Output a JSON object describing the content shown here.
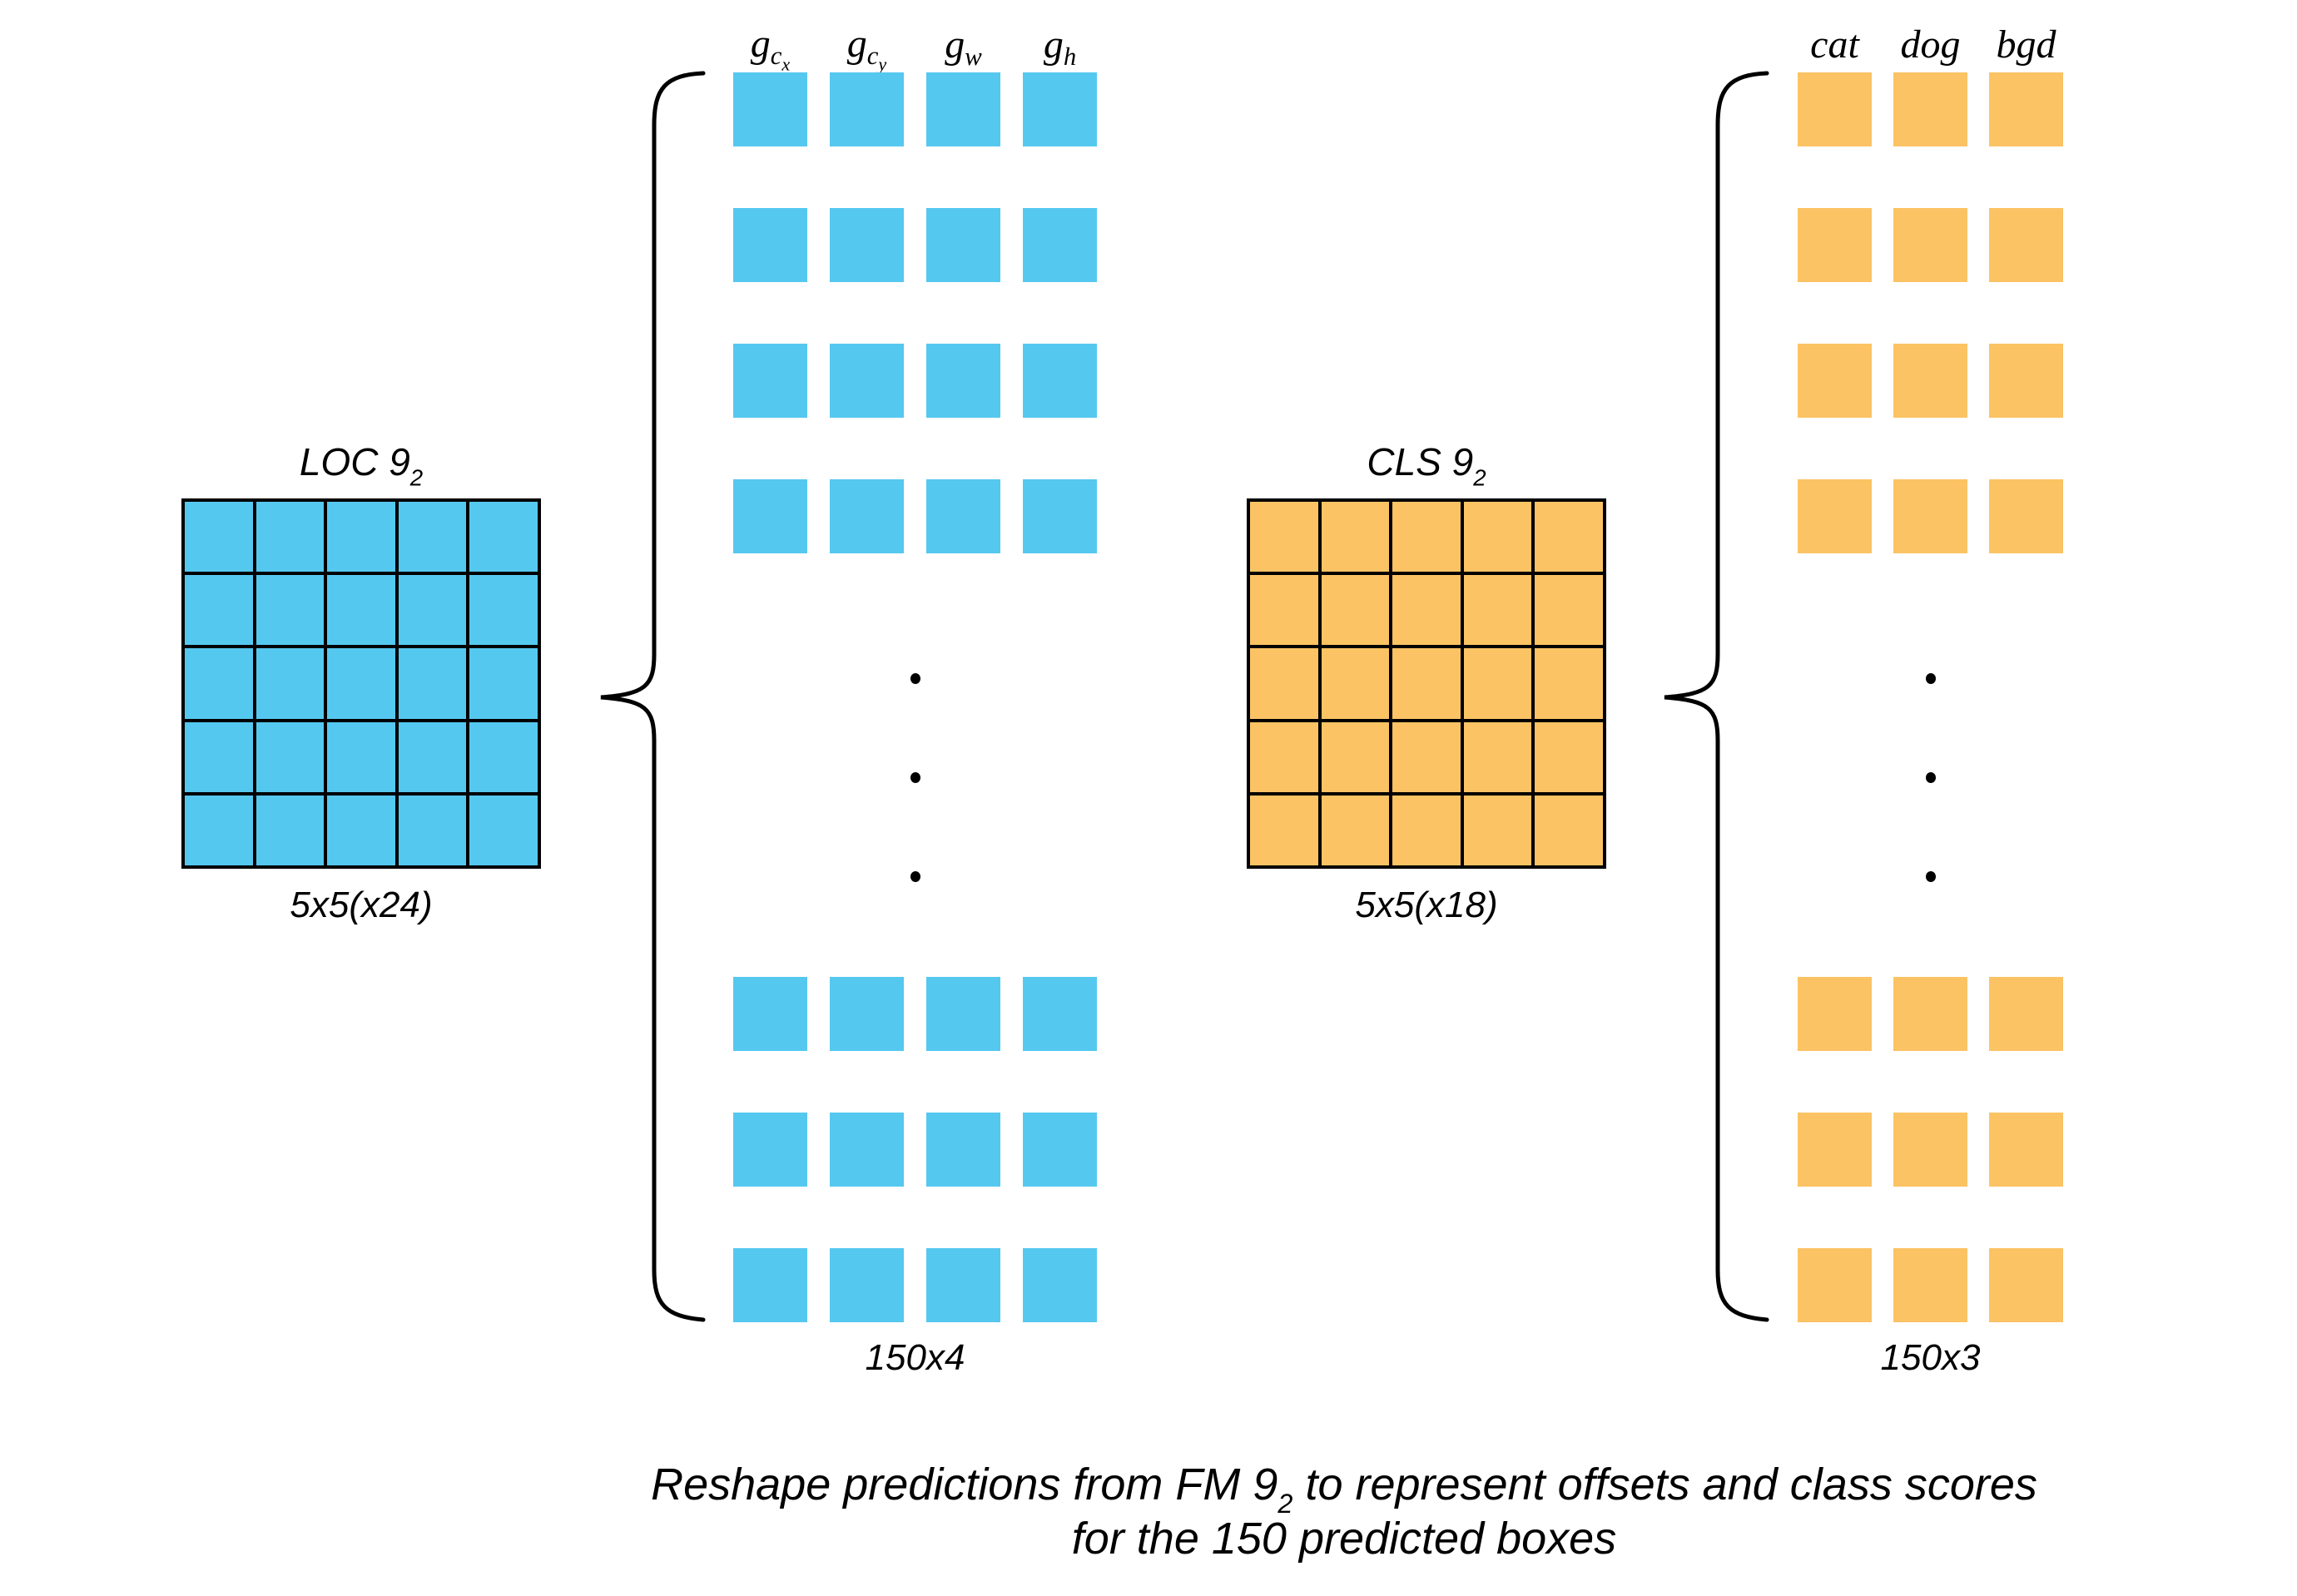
{
  "colors": {
    "blue": "#55C8F0",
    "orange": "#FBC364",
    "line": "#000000"
  },
  "loc": {
    "title_main": "LOC 9",
    "title_sub": "2",
    "size_label": "5x5(x24)",
    "grid": {
      "rows": 5,
      "cols": 5,
      "color_key": "blue"
    }
  },
  "cls": {
    "title_main": "CLS 9",
    "title_sub": "2",
    "size_label": "5x5(x18)",
    "grid": {
      "rows": 5,
      "cols": 5,
      "color_key": "orange"
    }
  },
  "left_matrix": {
    "headers": [
      {
        "base": "g",
        "sub": "c",
        "subsub": "x"
      },
      {
        "base": "g",
        "sub": "c",
        "subsub": "y"
      },
      {
        "base": "g",
        "sub": "w",
        "subsub": ""
      },
      {
        "base": "g",
        "sub": "h",
        "subsub": ""
      }
    ],
    "columns": 4,
    "top_rows": 4,
    "bottom_rows": 3,
    "dots": 3,
    "caption": "150x4",
    "color_key": "blue"
  },
  "right_matrix": {
    "headers": [
      {
        "base": "cat",
        "sub": "",
        "subsub": ""
      },
      {
        "base": "dog",
        "sub": "",
        "subsub": ""
      },
      {
        "base": "bgd",
        "sub": "",
        "subsub": ""
      }
    ],
    "columns": 3,
    "top_rows": 4,
    "bottom_rows": 3,
    "dots": 3,
    "caption": "150x3",
    "color_key": "orange"
  },
  "caption": {
    "line1_pre": "Reshape predictions from FM 9",
    "line1_sub": "2",
    "line1_post": " to represent offsets and class scores",
    "line2": "for the 150 predicted boxes"
  }
}
